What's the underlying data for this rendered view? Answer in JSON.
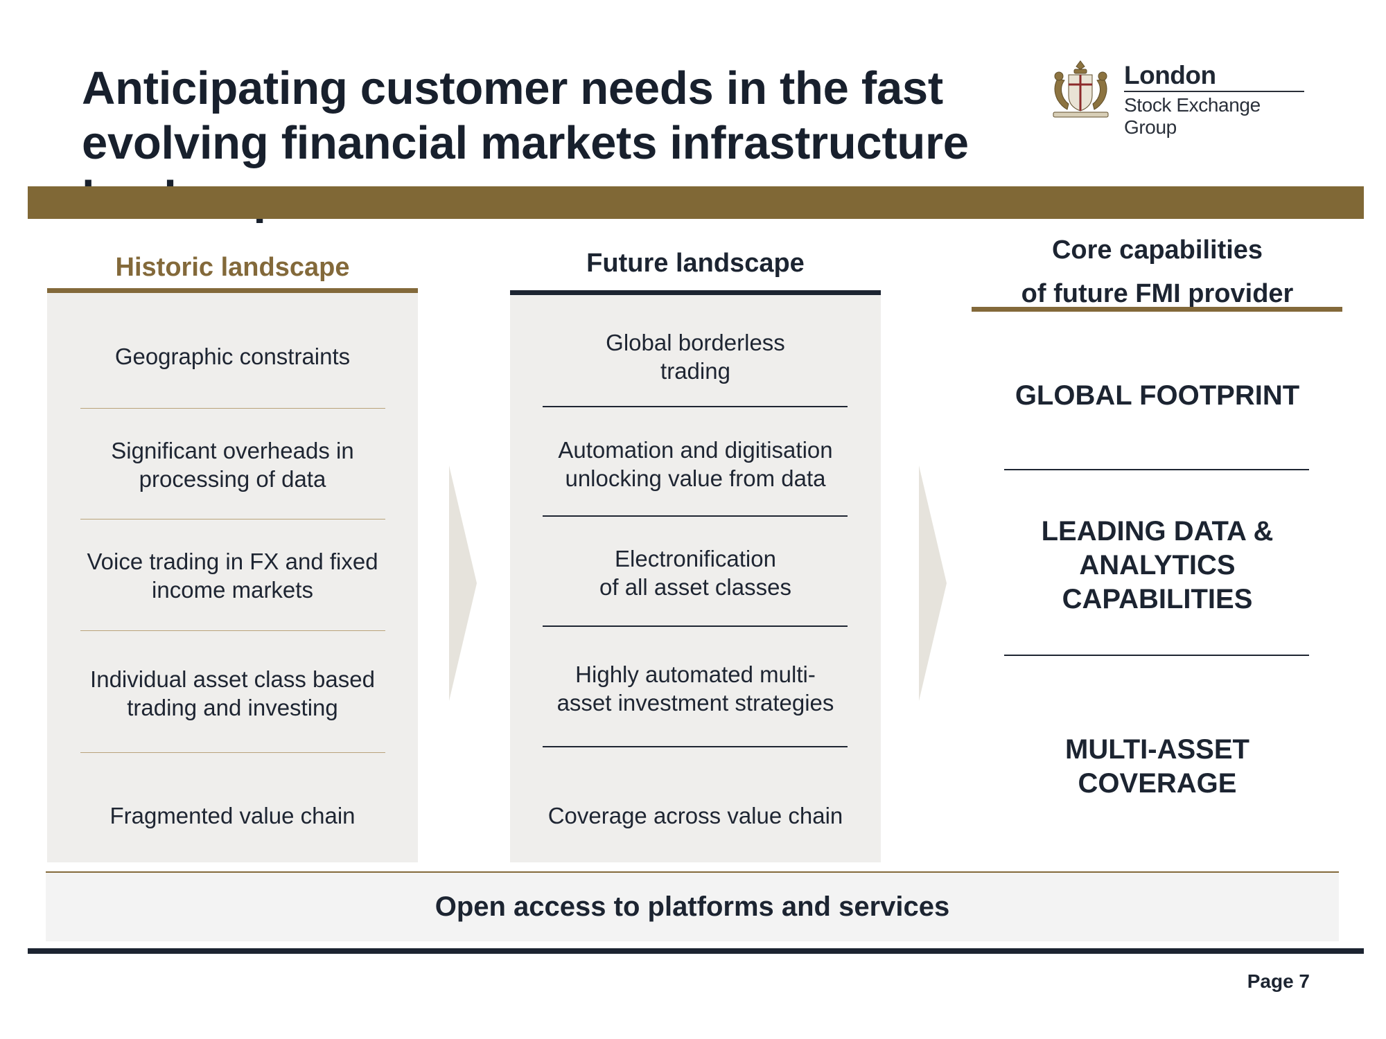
{
  "title": {
    "line1": "Anticipating customer needs in the fast",
    "line2": "evolving financial markets infrastructure landscape"
  },
  "logo": {
    "icon": "crest-icon",
    "name_line1": "London",
    "name_line2": "Stock Exchange Group"
  },
  "colors": {
    "gold": "#806836",
    "navy": "#1c2431",
    "panel": "#efeeec"
  },
  "historic": {
    "heading": "Historic landscape",
    "items": [
      [
        "Geographic constraints"
      ],
      [
        "Significant overheads in",
        "processing of data"
      ],
      [
        "Voice trading in FX and fixed",
        "income markets"
      ],
      [
        "Individual asset class based",
        "trading and investing"
      ],
      [
        "Fragmented value chain"
      ]
    ]
  },
  "future": {
    "heading": "Future landscape",
    "items": [
      [
        "Global borderless",
        "trading"
      ],
      [
        "Automation and digitisation",
        "unlocking value from data"
      ],
      [
        "Electronification",
        "of all asset classes"
      ],
      [
        "Highly automated multi-",
        "asset investment strategies"
      ],
      [
        "Coverage across value chain"
      ]
    ]
  },
  "core": {
    "heading_line1": "Core capabilities",
    "heading_line2": "of future FMI provider",
    "items": [
      [
        "GLOBAL FOOTPRINT"
      ],
      [
        "LEADING DATA &",
        "ANALYTICS",
        "CAPABILITIES"
      ],
      [
        "MULTI-ASSET",
        "COVERAGE"
      ]
    ]
  },
  "footer": {
    "banner": "Open access to platforms and services",
    "page": "Page 7"
  }
}
